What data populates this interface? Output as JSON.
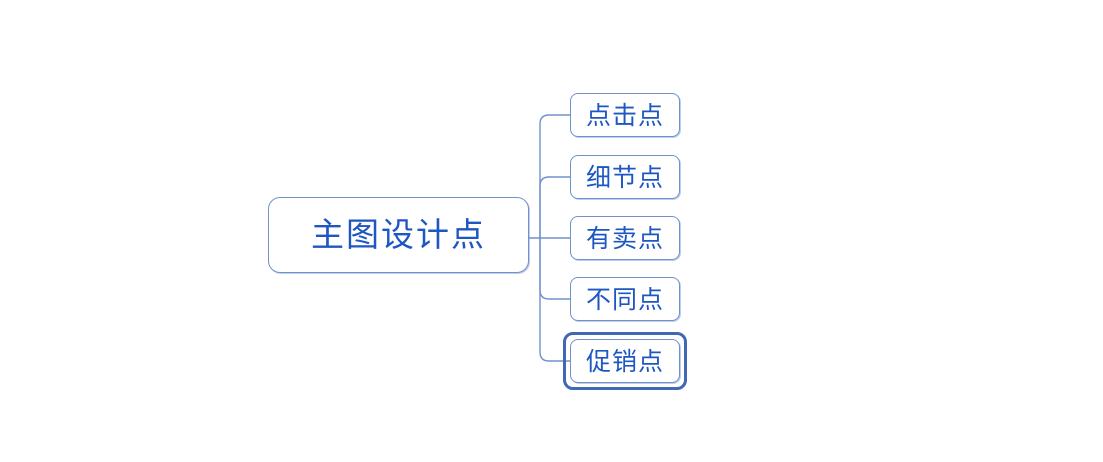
{
  "diagram": {
    "root": {
      "label": "主图设计点"
    },
    "children": [
      {
        "label": "点击点",
        "selected": false
      },
      {
        "label": "细节点",
        "selected": false
      },
      {
        "label": "有卖点",
        "selected": false
      },
      {
        "label": "不同点",
        "selected": false
      },
      {
        "label": "促销点",
        "selected": true
      }
    ],
    "colors": {
      "background": "#ffffff",
      "node_border": "#7191cb",
      "connector": "#7191cb",
      "node_text": "#1e57c2",
      "node_fill": "#ffffff",
      "selection_border": "#4168b5"
    }
  }
}
